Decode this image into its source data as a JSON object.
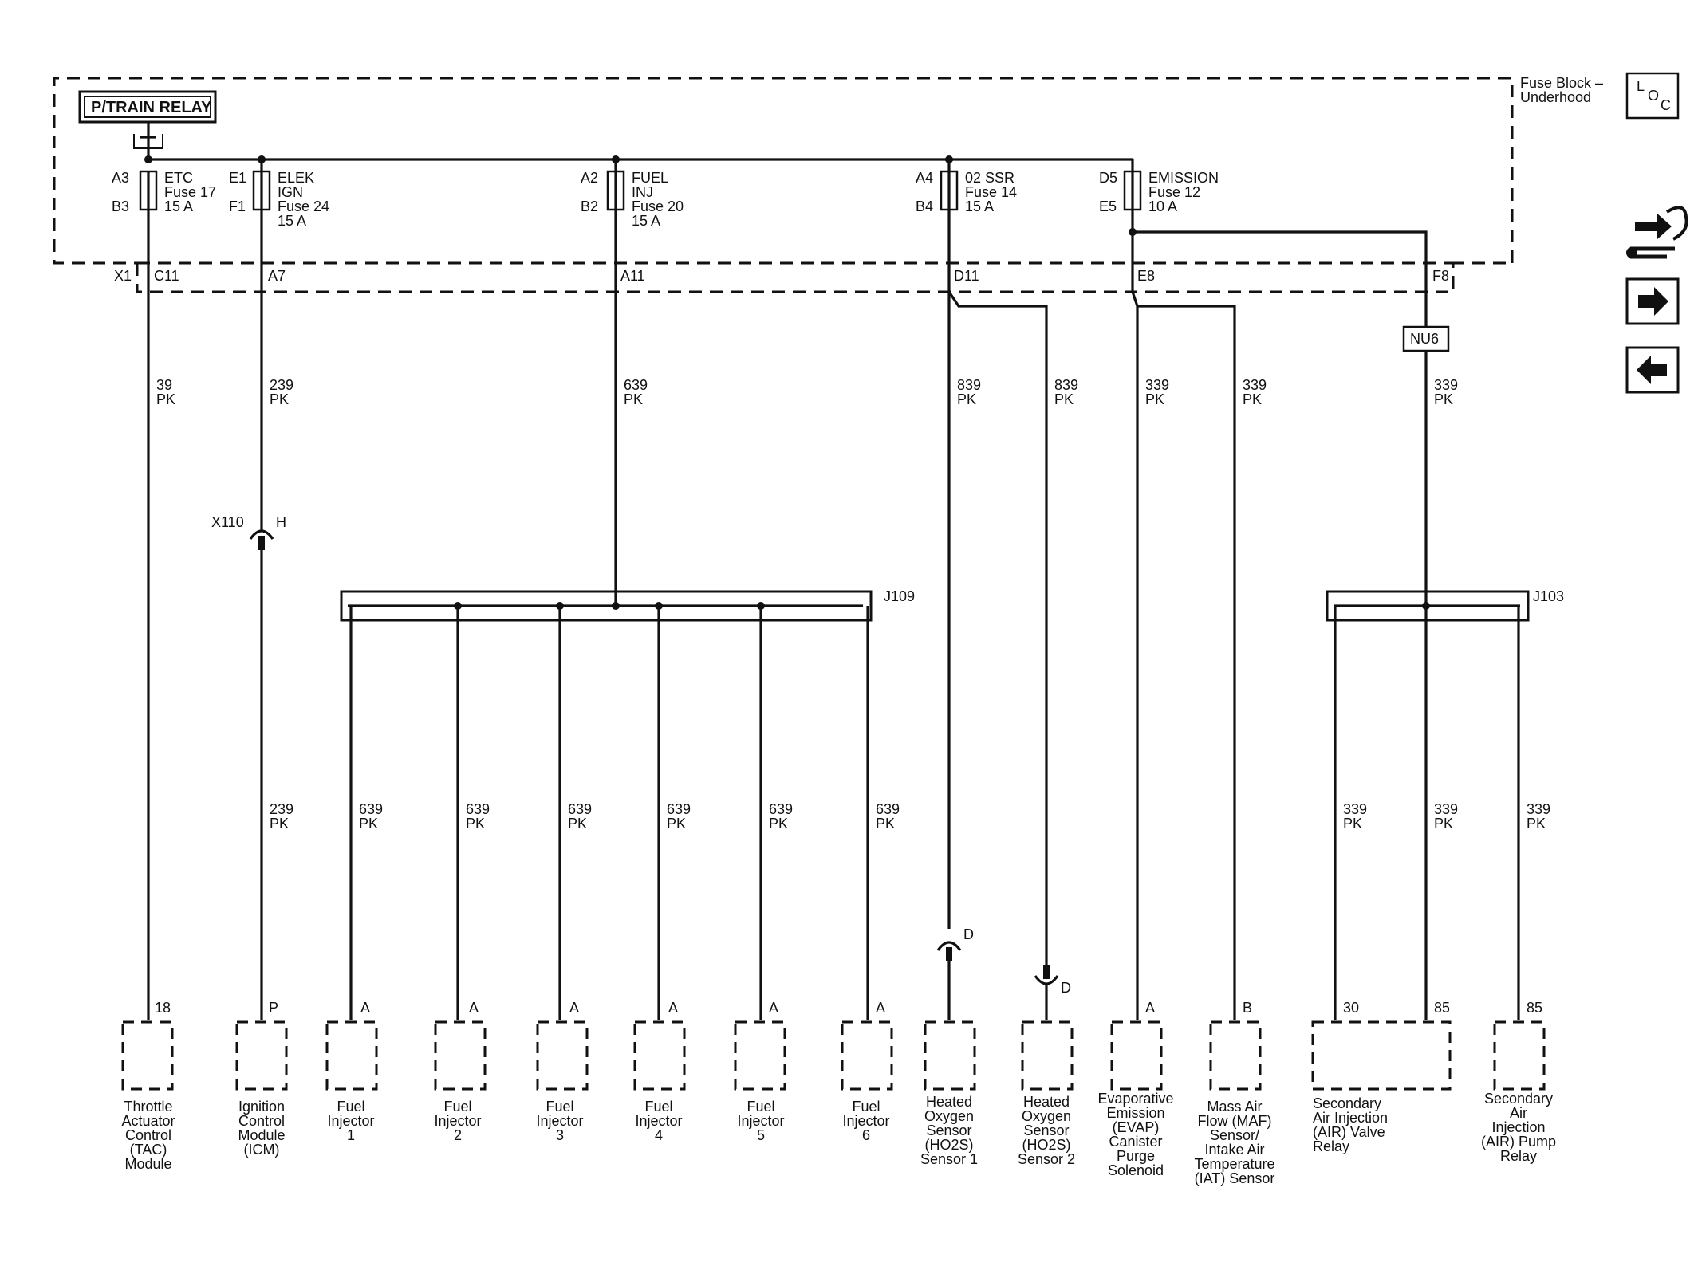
{
  "relay": {
    "label": "P/TRAIN RELAY"
  },
  "fuse_block": {
    "label_line1": "Fuse Block –",
    "label_line2": "Underhood"
  },
  "loc_icon": {
    "l": "L",
    "o": "O",
    "c": "C"
  },
  "nav": {
    "procedure_icon": "wrench-procedure-icon",
    "next_icon": "arrow-right-icon",
    "prev_icon": "arrow-left-icon"
  },
  "fuses": [
    {
      "pin_top": "A3",
      "pin_bottom": "B3",
      "lines": [
        "ETC",
        "Fuse 17",
        "15 A"
      ]
    },
    {
      "pin_top": "E1",
      "pin_bottom": "F1",
      "lines": [
        "ELEK",
        "IGN",
        "Fuse 24",
        "15 A"
      ]
    },
    {
      "pin_top": "A2",
      "pin_bottom": "B2",
      "lines": [
        "FUEL",
        "INJ",
        "Fuse 20",
        "15 A"
      ]
    },
    {
      "pin_top": "A4",
      "pin_bottom": "B4",
      "lines": [
        "02 SSR",
        "Fuse 14",
        "15 A"
      ]
    },
    {
      "pin_top": "D5",
      "pin_bottom": "E5",
      "lines": [
        "EMISSION",
        "Fuse 12",
        "10 A"
      ]
    }
  ],
  "connector_x1": {
    "name": "X1",
    "pins": [
      "C11",
      "A7",
      "A11",
      "D11",
      "E8",
      "F8"
    ]
  },
  "inline_connectors": [
    {
      "name": "X110",
      "pin": "H"
    },
    {
      "name": "",
      "pin": "D"
    },
    {
      "name": "",
      "pin": "D"
    }
  ],
  "splice_pack": "NU6",
  "splices": [
    "J109",
    "J103"
  ],
  "wires": {
    "upper": [
      {
        "circuit": "39",
        "color": "PK"
      },
      {
        "circuit": "239",
        "color": "PK"
      },
      {
        "circuit": "639",
        "color": "PK"
      },
      {
        "circuit": "839",
        "color": "PK"
      },
      {
        "circuit": "839",
        "color": "PK"
      },
      {
        "circuit": "339",
        "color": "PK"
      },
      {
        "circuit": "339",
        "color": "PK"
      },
      {
        "circuit": "339",
        "color": "PK"
      }
    ],
    "lower": [
      {
        "circuit": "239",
        "color": "PK"
      },
      {
        "circuit": "639",
        "color": "PK"
      },
      {
        "circuit": "639",
        "color": "PK"
      },
      {
        "circuit": "639",
        "color": "PK"
      },
      {
        "circuit": "639",
        "color": "PK"
      },
      {
        "circuit": "639",
        "color": "PK"
      },
      {
        "circuit": "639",
        "color": "PK"
      },
      {
        "circuit": "339",
        "color": "PK"
      },
      {
        "circuit": "339",
        "color": "PK"
      },
      {
        "circuit": "339",
        "color": "PK"
      }
    ]
  },
  "components": [
    {
      "pin": "18",
      "lines": [
        "Throttle",
        "Actuator",
        "Control",
        "(TAC)",
        "Module"
      ]
    },
    {
      "pin": "P",
      "lines": [
        "Ignition",
        "Control",
        "Module",
        "(ICM)"
      ]
    },
    {
      "pin": "A",
      "lines": [
        "Fuel",
        "Injector",
        "1"
      ]
    },
    {
      "pin": "A",
      "lines": [
        "Fuel",
        "Injector",
        "2"
      ]
    },
    {
      "pin": "A",
      "lines": [
        "Fuel",
        "Injector",
        "3"
      ]
    },
    {
      "pin": "A",
      "lines": [
        "Fuel",
        "Injector",
        "4"
      ]
    },
    {
      "pin": "A",
      "lines": [
        "Fuel",
        "Injector",
        "5"
      ]
    },
    {
      "pin": "A",
      "lines": [
        "Fuel",
        "Injector",
        "6"
      ]
    },
    {
      "pin": "",
      "lines": [
        "Heated",
        "Oxygen",
        "Sensor",
        "(HO2S)",
        "Sensor 1"
      ]
    },
    {
      "pin": "",
      "lines": [
        "Heated",
        "Oxygen",
        "Sensor",
        "(HO2S)",
        "Sensor 2"
      ]
    },
    {
      "pin": "A",
      "lines": [
        "Evaporative",
        "Emission",
        "(EVAP)",
        "Canister",
        "Purge",
        "Solenoid"
      ]
    },
    {
      "pin": "B",
      "lines": [
        "Mass Air",
        "Flow (MAF)",
        "Sensor/",
        "Intake Air",
        "Temperature",
        "(IAT) Sensor"
      ]
    },
    {
      "pin_a": "30",
      "pin_b": "85",
      "lines": [
        "Secondary",
        "Air Injection",
        "(AIR) Valve",
        "Relay"
      ]
    },
    {
      "pin": "85",
      "lines": [
        "Secondary",
        "Air",
        "Injection",
        "(AIR) Pump",
        "Relay"
      ]
    }
  ]
}
